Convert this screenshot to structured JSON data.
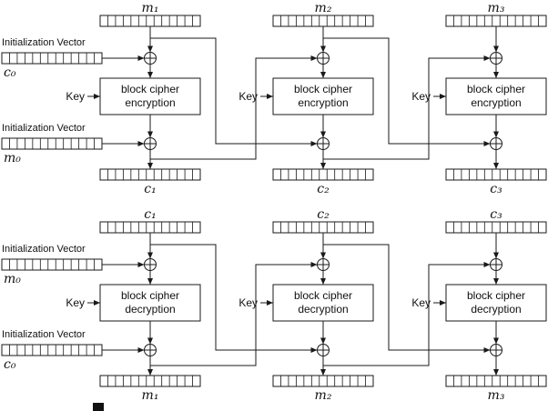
{
  "common": {
    "iv_label": "Initialization Vector",
    "key_label": "Key"
  },
  "encryption": {
    "inputs": [
      "m₁",
      "m₂",
      "m₃"
    ],
    "outputs": [
      "c₁",
      "c₂",
      "c₃"
    ],
    "iv_top": "c₀",
    "iv_bottom": "m₀",
    "box_line1": "block cipher",
    "box_line2": "encryption"
  },
  "decryption": {
    "inputs": [
      "c₁",
      "c₂",
      "c₃"
    ],
    "outputs": [
      "m₁",
      "m₂",
      "m₃"
    ],
    "iv_top": "m₀",
    "iv_bottom": "c₀",
    "box_line1": "block cipher",
    "box_line2": "decryption"
  }
}
